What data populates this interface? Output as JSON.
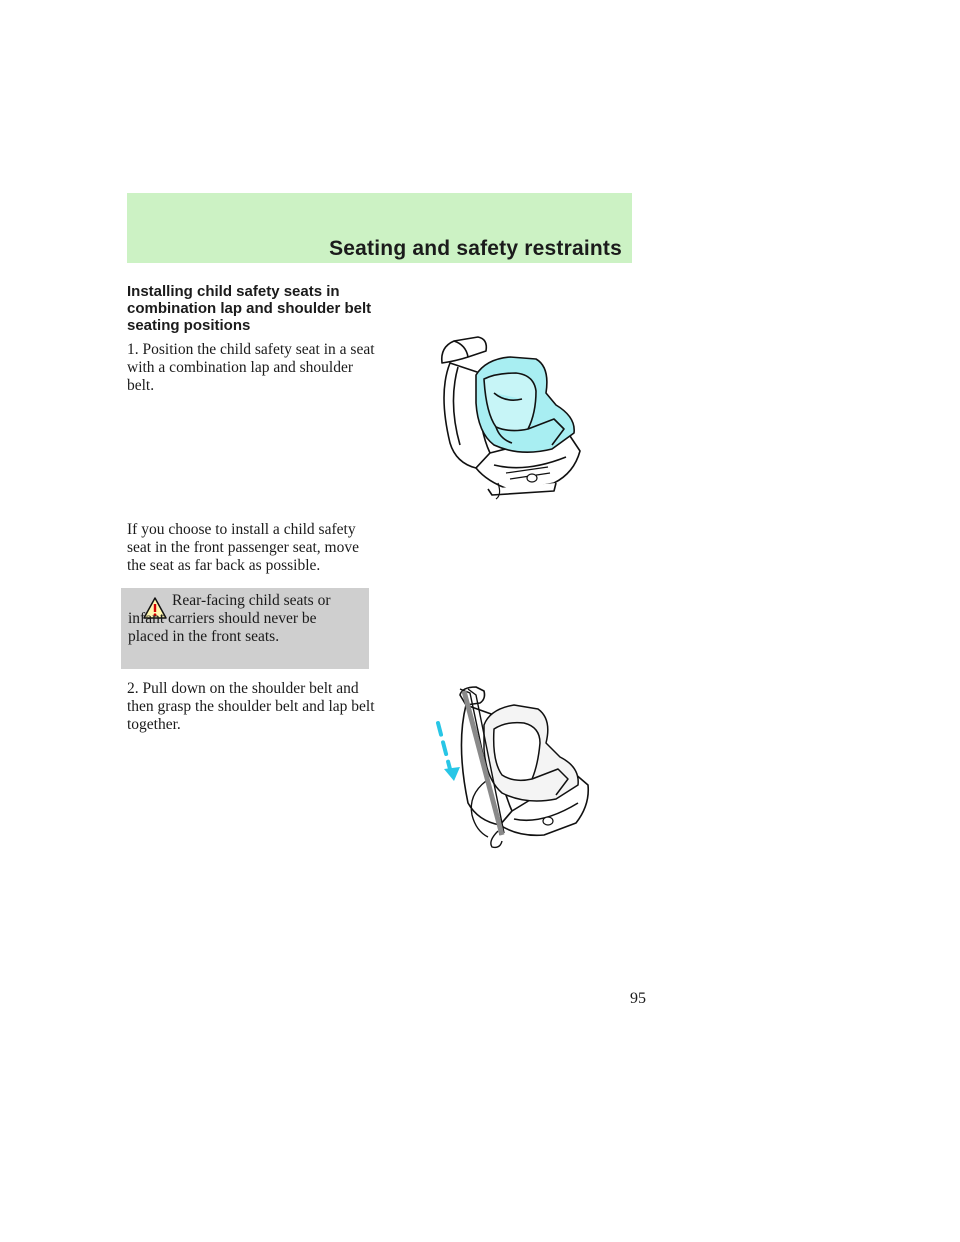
{
  "header": {
    "title": "Seating and safety restraints"
  },
  "section": {
    "heading": "Installing child safety seats in combination lap and shoulder belt seating positions"
  },
  "steps": {
    "step1": "1. Position the child safety seat in a seat with a combination lap and shoulder belt.",
    "paragraph": "If you choose to install a child safety seat in the front passenger seat, move the seat as far back as possible.",
    "step2": "2. Pull down on the shoulder belt and then grasp the shoulder belt and lap belt together."
  },
  "warning": {
    "icon": "warning-triangle-icon",
    "text": "Rear-facing child seats or infant carriers should never be placed in the front seats."
  },
  "colors": {
    "header_band": "#ccf2c4",
    "warning_box": "#cfcfcf",
    "child_seat_fill": "#a8eef2",
    "arrow": "#28c6e6"
  },
  "page": {
    "number": "95"
  }
}
